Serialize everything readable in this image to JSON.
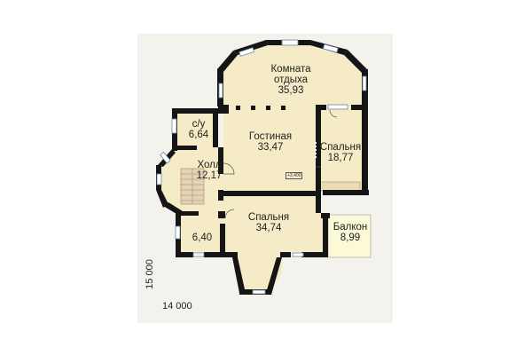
{
  "rooms": {
    "lounge": {
      "name_line1": "Комната",
      "name_line2": "отдыха",
      "area": "35,93"
    },
    "living": {
      "name": "Гостиная",
      "area": "33,47"
    },
    "bedroom_right": {
      "name": "Спальня",
      "area": "18,77"
    },
    "bathroom": {
      "name": "с/у",
      "area": "6,64"
    },
    "hall": {
      "name": "Холл",
      "area": "12,17"
    },
    "bedroom_main": {
      "name": "Спальня",
      "area": "34,74"
    },
    "small_room": {
      "area": "6,40"
    },
    "balcony": {
      "name": "Балкон",
      "area": "8,99"
    }
  },
  "level_mark": "+3,400",
  "dimensions": {
    "width": "14 000",
    "height": "15 000"
  },
  "colors": {
    "floor": "#f5ebc6",
    "wall": "#151515",
    "balcony": "#fbf9d6",
    "stairs": "#e6d3b5",
    "background": "#f4f2ec"
  }
}
